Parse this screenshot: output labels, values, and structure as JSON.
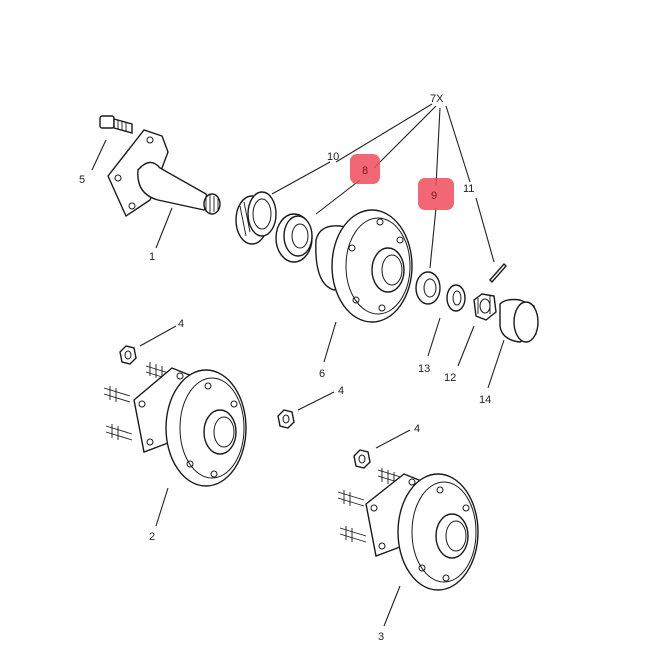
{
  "colors": {
    "highlight": "#ef4c5a",
    "line": "#1a1a1a",
    "background": "#ffffff"
  },
  "callouts": {
    "group": "7X",
    "c1": "1",
    "c2": "2",
    "c3": "3",
    "c4a": "4",
    "c4b": "4",
    "c4c": "4",
    "c5": "5",
    "c6": "6",
    "c8": "8",
    "c9": "9",
    "c10": "10",
    "c11": "11",
    "c12": "12",
    "c13": "13",
    "c14": "14"
  },
  "highlighted": [
    "8",
    "9"
  ]
}
